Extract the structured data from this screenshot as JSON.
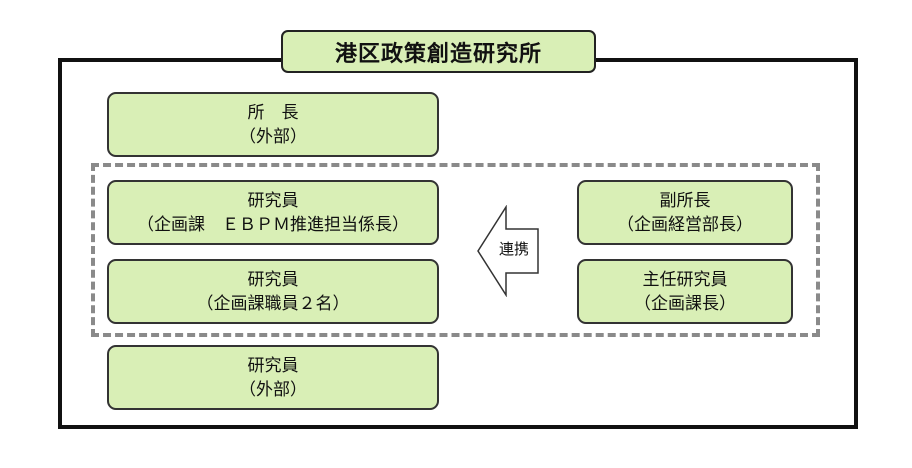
{
  "title": "港区政策創造研究所",
  "boxes": {
    "director": {
      "line1": "所　長",
      "line2": "（外部）"
    },
    "researcher_ebpm": {
      "line1": "研究員",
      "line2": "（企画課　ＥＢＰＭ推進担当係長）"
    },
    "researcher_staff": {
      "line1": "研究員",
      "line2": "（企画課職員２名）"
    },
    "researcher_external": {
      "line1": "研究員",
      "line2": "（外部）"
    },
    "deputy_director": {
      "line1": "副所長",
      "line2": "（企画経営部長）"
    },
    "chief_researcher": {
      "line1": "主任研究員",
      "line2": "（企画課長）"
    }
  },
  "arrow": {
    "label": "連携",
    "direction": "left"
  },
  "colors": {
    "box_fill": "#d9efb6",
    "box_border": "#333333",
    "frame_border": "#111111",
    "dashed_border": "#8a8a8a"
  }
}
